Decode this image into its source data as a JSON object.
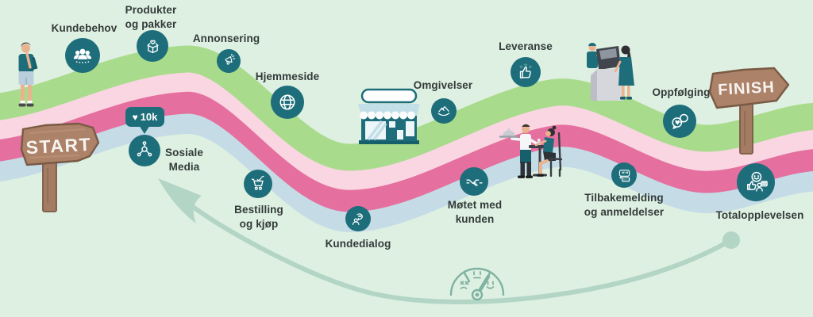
{
  "signs": {
    "start": "START",
    "finish": "FINISH"
  },
  "social_badge": {
    "count": "10k",
    "icon": "heart-icon"
  },
  "stages": [
    {
      "id": "kundebehov",
      "lines": [
        "Kundebehov"
      ],
      "icon": "people-group-icon"
    },
    {
      "id": "produkter-og-pakker",
      "lines": [
        "Produkter",
        "og pakker"
      ],
      "icon": "gift-box-heart-icon"
    },
    {
      "id": "annonsering",
      "lines": [
        "Annonsering"
      ],
      "icon": "megaphone-icon"
    },
    {
      "id": "hjemmeside",
      "lines": [
        "Hjemmeside"
      ],
      "icon": "globe-icon"
    },
    {
      "id": "sosiale-media",
      "lines": [
        "Sosiale",
        "Media"
      ],
      "icon": "share-network-icon"
    },
    {
      "id": "bestilling-og-kjop",
      "lines": [
        "Bestilling",
        "og kjøp"
      ],
      "icon": "cart-check-icon"
    },
    {
      "id": "kundedialog",
      "lines": [
        "Kundedialog"
      ],
      "icon": "person-chat-icon"
    },
    {
      "id": "omgivelser",
      "lines": [
        "Omgivelser"
      ],
      "icon": "landscape-icon"
    },
    {
      "id": "motet-med-kunden",
      "lines": [
        "Møtet med",
        "kunden"
      ],
      "icon": "handshake-icon"
    },
    {
      "id": "leveranse",
      "lines": [
        "Leveranse"
      ],
      "icon": "thumbs-up-stars-icon"
    },
    {
      "id": "tilbakemelding",
      "lines": [
        "Tilbakemelding",
        "og anmeldelser"
      ],
      "icon": "review-stars-icon"
    },
    {
      "id": "oppfolging",
      "lines": [
        "Oppfølging"
      ],
      "icon": "chat-hearts-icon"
    },
    {
      "id": "totalopplevelsen",
      "lines": [
        "Totalopplevelsen"
      ],
      "icon": "customer-experience-icon"
    }
  ],
  "decorations": {
    "path_bands": [
      "green",
      "light-pink",
      "dark-pink",
      "light-blue"
    ],
    "illustrations": [
      "thinking-man",
      "storefront",
      "checkout-counter",
      "waiter-serving-customer"
    ],
    "gauge": "satisfaction-gauge-icon",
    "arrow": "improvement-arrow"
  },
  "colors": {
    "background": "#DEF0E1",
    "band_green": "#A9DB8C",
    "band_light_pink": "#F9D6E1",
    "band_dark_pink": "#E5709F",
    "band_light_blue": "#C5DCE7",
    "node_teal": "#1D6E7A",
    "text": "#323A3A",
    "wood": "#AC8269",
    "arrow_sage": "#B3D5C5"
  }
}
